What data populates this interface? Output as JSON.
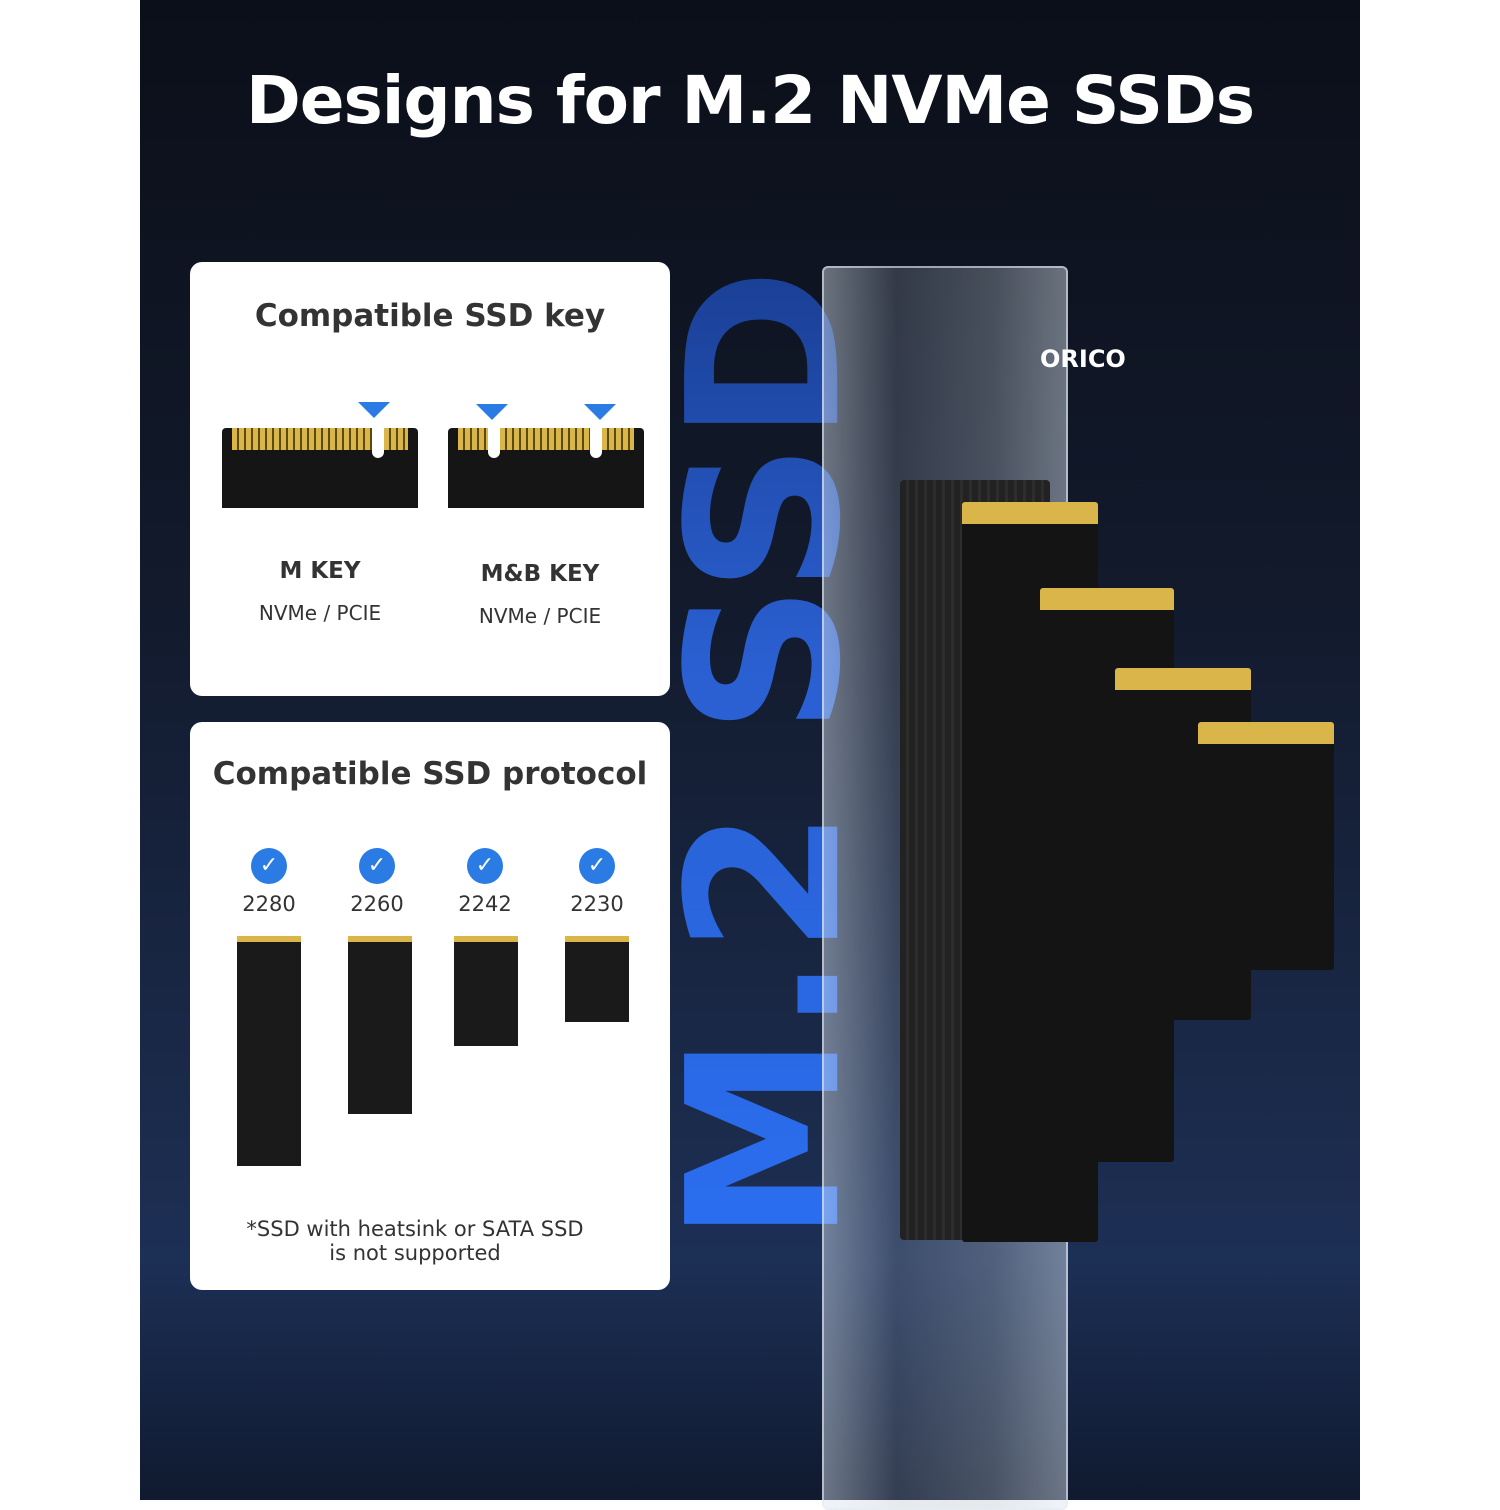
{
  "title": "Designs for M.2 NVMe SSDs",
  "key_card": {
    "title": "Compatible SSD key",
    "keys": [
      {
        "name": "M KEY",
        "sub": "NVMe / PCIE"
      },
      {
        "name": "M&B KEY",
        "sub": "NVMe / PCIE"
      }
    ]
  },
  "protocol_card": {
    "title": "Compatible SSD protocol",
    "sizes": [
      "2280",
      "2260",
      "2242",
      "2230"
    ],
    "icon": "check-circle-icon",
    "note_line1": "*SSD with heatsink or SATA SSD",
    "note_line2": "is not supported"
  },
  "side_text": "M.2 SSD",
  "brand": "ORICO",
  "colors": {
    "accent": "#2a7be4",
    "background": "#121a2c"
  }
}
